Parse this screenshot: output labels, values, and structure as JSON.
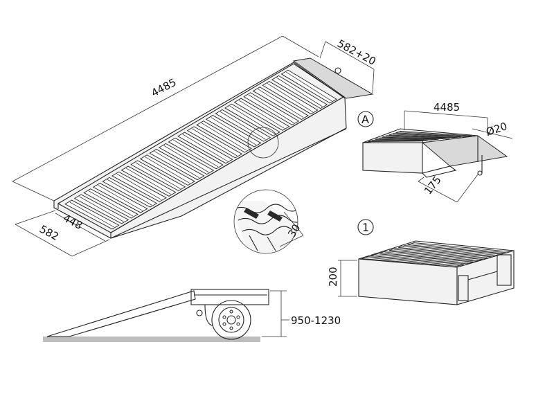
{
  "dimensions": {
    "main_length": "4485",
    "main_width_top": "582+20",
    "main_inner_width": "448",
    "main_outer_width": "582",
    "detail_a_length": "4485",
    "detail_a_diameter": "Ø20",
    "detail_a_depth": "175",
    "profile_height": "30",
    "section_height": "200",
    "truck_height": "950-1230"
  },
  "labels": {
    "detail_a": "A",
    "detail_1": "1"
  }
}
